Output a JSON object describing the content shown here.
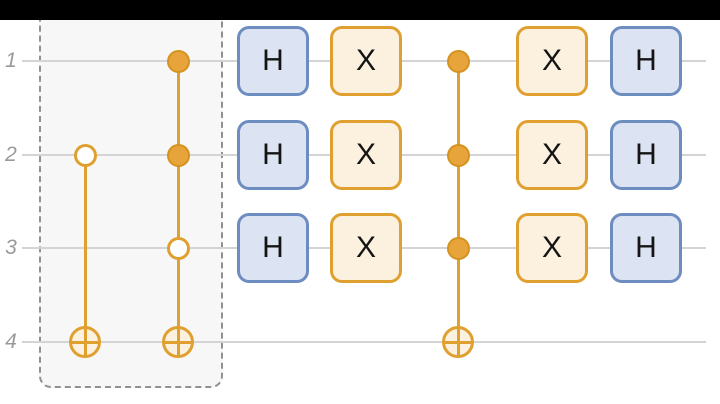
{
  "window": {
    "letterbox": {
      "present": true,
      "color": "#000000"
    },
    "canvas_background": "#FFFFFF"
  },
  "circuit": {
    "wire_labels": [
      "1",
      "2",
      "3",
      "4"
    ],
    "columns": [
      {
        "name": "grouped-column-1",
        "connect": [
          2,
          4
        ],
        "items": [
          {
            "wire": 2,
            "type": "control-open"
          },
          {
            "wire": 4,
            "type": "target"
          }
        ]
      },
      {
        "name": "grouped-column-2",
        "connect": [
          1,
          4
        ],
        "items": [
          {
            "wire": 1,
            "type": "control-filled"
          },
          {
            "wire": 2,
            "type": "control-filled"
          },
          {
            "wire": 3,
            "type": "control-open"
          },
          {
            "wire": 4,
            "type": "target"
          }
        ]
      },
      {
        "name": "h-column-left",
        "items": [
          {
            "wire": 1,
            "type": "gate",
            "gate": "H"
          },
          {
            "wire": 2,
            "type": "gate",
            "gate": "H"
          },
          {
            "wire": 3,
            "type": "gate",
            "gate": "H"
          }
        ]
      },
      {
        "name": "x-column-left",
        "items": [
          {
            "wire": 1,
            "type": "gate",
            "gate": "X"
          },
          {
            "wire": 2,
            "type": "gate",
            "gate": "X"
          },
          {
            "wire": 3,
            "type": "gate",
            "gate": "X"
          }
        ]
      },
      {
        "name": "multi-controlled-x",
        "connect": [
          1,
          4
        ],
        "items": [
          {
            "wire": 1,
            "type": "control-filled"
          },
          {
            "wire": 2,
            "type": "control-filled"
          },
          {
            "wire": 3,
            "type": "control-filled"
          },
          {
            "wire": 4,
            "type": "target"
          }
        ]
      },
      {
        "name": "x-column-right",
        "items": [
          {
            "wire": 1,
            "type": "gate",
            "gate": "X"
          },
          {
            "wire": 2,
            "type": "gate",
            "gate": "X"
          },
          {
            "wire": 3,
            "type": "gate",
            "gate": "X"
          }
        ]
      },
      {
        "name": "h-column-right",
        "items": [
          {
            "wire": 1,
            "type": "gate",
            "gate": "H"
          },
          {
            "wire": 2,
            "type": "gate",
            "gate": "H"
          },
          {
            "wire": 3,
            "type": "gate",
            "gate": "H"
          }
        ]
      }
    ],
    "colors": {
      "gate_orange_border": "#E0A02F",
      "gate_orange_fill": "#FBF1DE",
      "control_fill": "#E7A43A",
      "gate_blue_border": "#6D8CC0",
      "gate_blue_fill": "#DCE3F2",
      "wire": "#D4D4D6",
      "wire_label": "#9A9A9A",
      "group_border": "#909090",
      "group_fill": "#F7F7F8"
    }
  }
}
